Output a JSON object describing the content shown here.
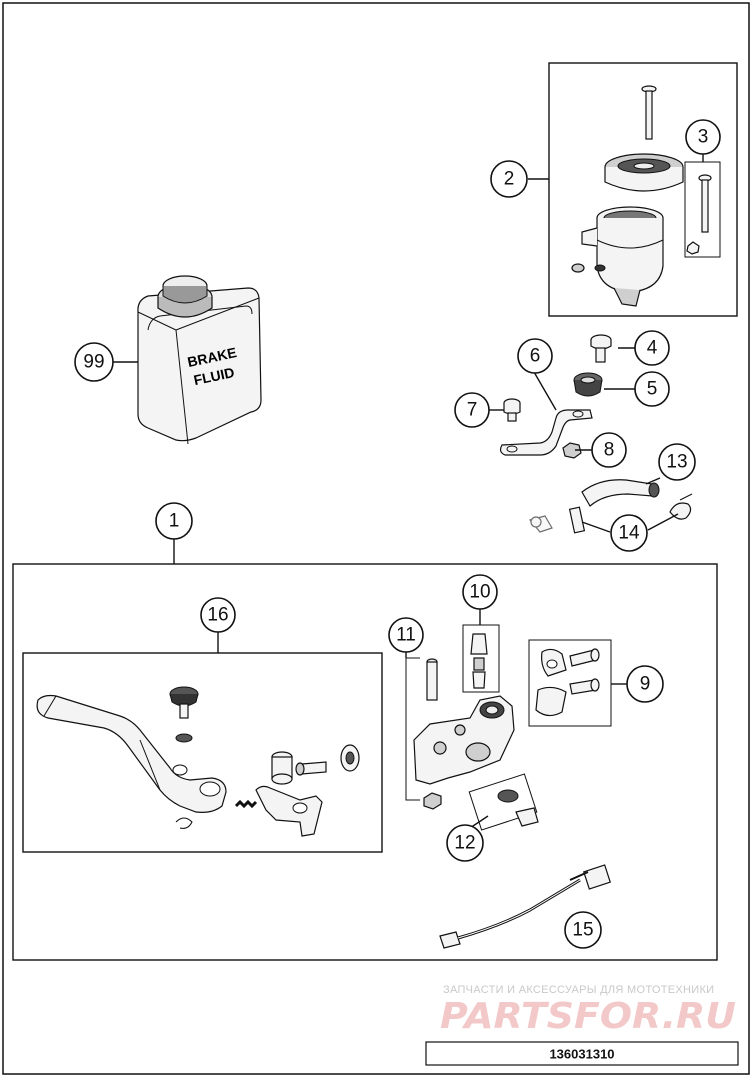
{
  "callouts": [
    "1",
    "2",
    "3",
    "4",
    "5",
    "6",
    "7",
    "8",
    "9",
    "10",
    "11",
    "12",
    "13",
    "14",
    "15",
    "16",
    "99"
  ],
  "label": {
    "line1": "BRAKE",
    "line2": "FLUID"
  },
  "watermark": {
    "tagline": "ЗАПЧАСТИ И АКСЕССУАРЫ ДЛЯ МОТОТЕХНИКИ",
    "logo": "PARTSFOR.RU"
  },
  "drawing_number": "136031310"
}
